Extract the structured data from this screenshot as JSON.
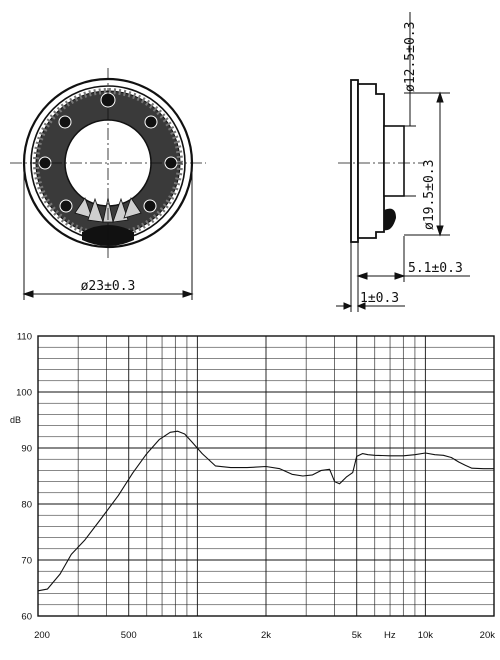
{
  "dimensions": {
    "outer_diameter": "ø23±0.3",
    "depth_top": "ø12.5±0.3",
    "depth_side": "ø19.5±0.3",
    "offset": "5.1±0.3",
    "base": "1±0.3"
  },
  "chart_data": {
    "type": "line",
    "y_unit": "dB",
    "x_unit": "Hz",
    "x_scale": "log",
    "xlim": [
      200,
      20000
    ],
    "ylim": [
      60,
      110
    ],
    "x_tick_labels": [
      "200",
      "500",
      "1k",
      "2k",
      "5k",
      "10k",
      "20k"
    ],
    "x_tick_values": [
      200,
      500,
      1000,
      2000,
      5000,
      10000,
      20000
    ],
    "y_tick_labels": [
      "60",
      "70",
      "80",
      "90",
      "100",
      "110"
    ],
    "y_tick_values": [
      60,
      70,
      80,
      90,
      100,
      110
    ],
    "grid": true,
    "series": [
      {
        "x": [
          200,
          220,
          250,
          280,
          320,
          380,
          450,
          520,
          600,
          680,
          760,
          820,
          880,
          950,
          1050,
          1200,
          1400,
          1650,
          2000,
          2300,
          2600,
          2900,
          3200,
          3500,
          3800,
          4000,
          4200,
          4500,
          4800,
          5000,
          5300,
          5600,
          6000,
          7000,
          8000,
          9000,
          10000,
          11000,
          12000,
          13000,
          14000,
          15000,
          16000,
          18000,
          20000
        ],
        "y": [
          64.5,
          64.8,
          67.5,
          71,
          73.5,
          77.5,
          81.5,
          85.5,
          89,
          91.5,
          92.8,
          93,
          92.5,
          91,
          89,
          86.8,
          86.5,
          86.5,
          86.7,
          86.3,
          85.3,
          85,
          85.2,
          86,
          86.2,
          84,
          83.6,
          84.8,
          85.6,
          88.5,
          89,
          88.8,
          88.7,
          88.6,
          88.6,
          88.8,
          89.1,
          88.8,
          88.7,
          88.3,
          87.5,
          86.9,
          86.4,
          86.3,
          86.3
        ]
      }
    ]
  }
}
